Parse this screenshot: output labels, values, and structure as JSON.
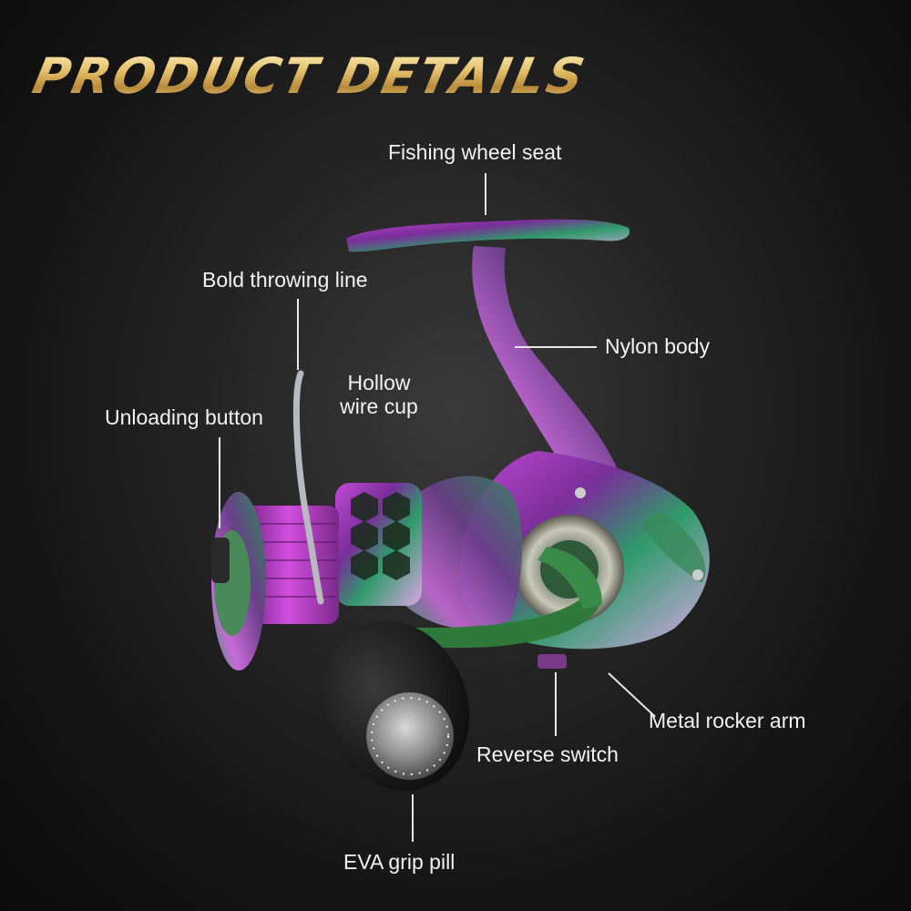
{
  "header": {
    "title": "PRODUCT DETAILS"
  },
  "labels": {
    "seat": "Fishing wheel seat",
    "line": "Bold throwing line",
    "nylon": "Nylon body",
    "cup_1": "Hollow",
    "cup_2": "wire cup",
    "unload": "Unloading button",
    "rocker": "Metal rocker arm",
    "reverse": "Reverse switch",
    "eva": "EVA grip pill"
  },
  "colors": {
    "accent_gold": "#e2c57a",
    "reel_purple": "#b03ac2",
    "reel_green": "#2f8a5a",
    "background": "#1c1c1c"
  }
}
